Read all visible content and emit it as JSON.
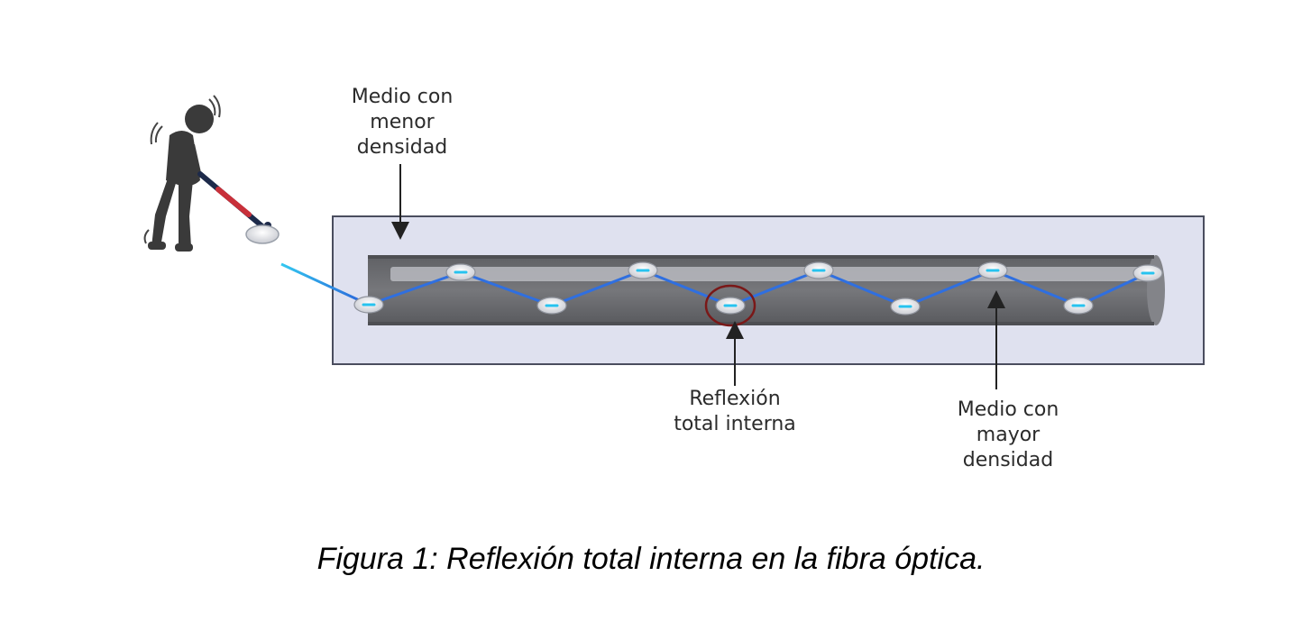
{
  "labels": {
    "lower_density": [
      "Medio con",
      "menor",
      "densidad"
    ],
    "reflection": [
      "Reflexión",
      "total interna"
    ],
    "higher_density": [
      "Medio con",
      "mayor",
      "densidad"
    ]
  },
  "caption": "Figura 1: Reflexión total interna en la fibra óptica.",
  "icons": {
    "person": "person-with-metal-detector-icon",
    "highlight": "red-circle-highlight"
  },
  "colors": {
    "cladding_fill": "#dfe1ef",
    "cladding_stroke": "#4a4d5e",
    "core": "#6b6c70",
    "light_ray": "#2f6fe0",
    "ray_reflection": "#27c3ef",
    "highlight": "#7a1818",
    "arrow": "#222222"
  }
}
